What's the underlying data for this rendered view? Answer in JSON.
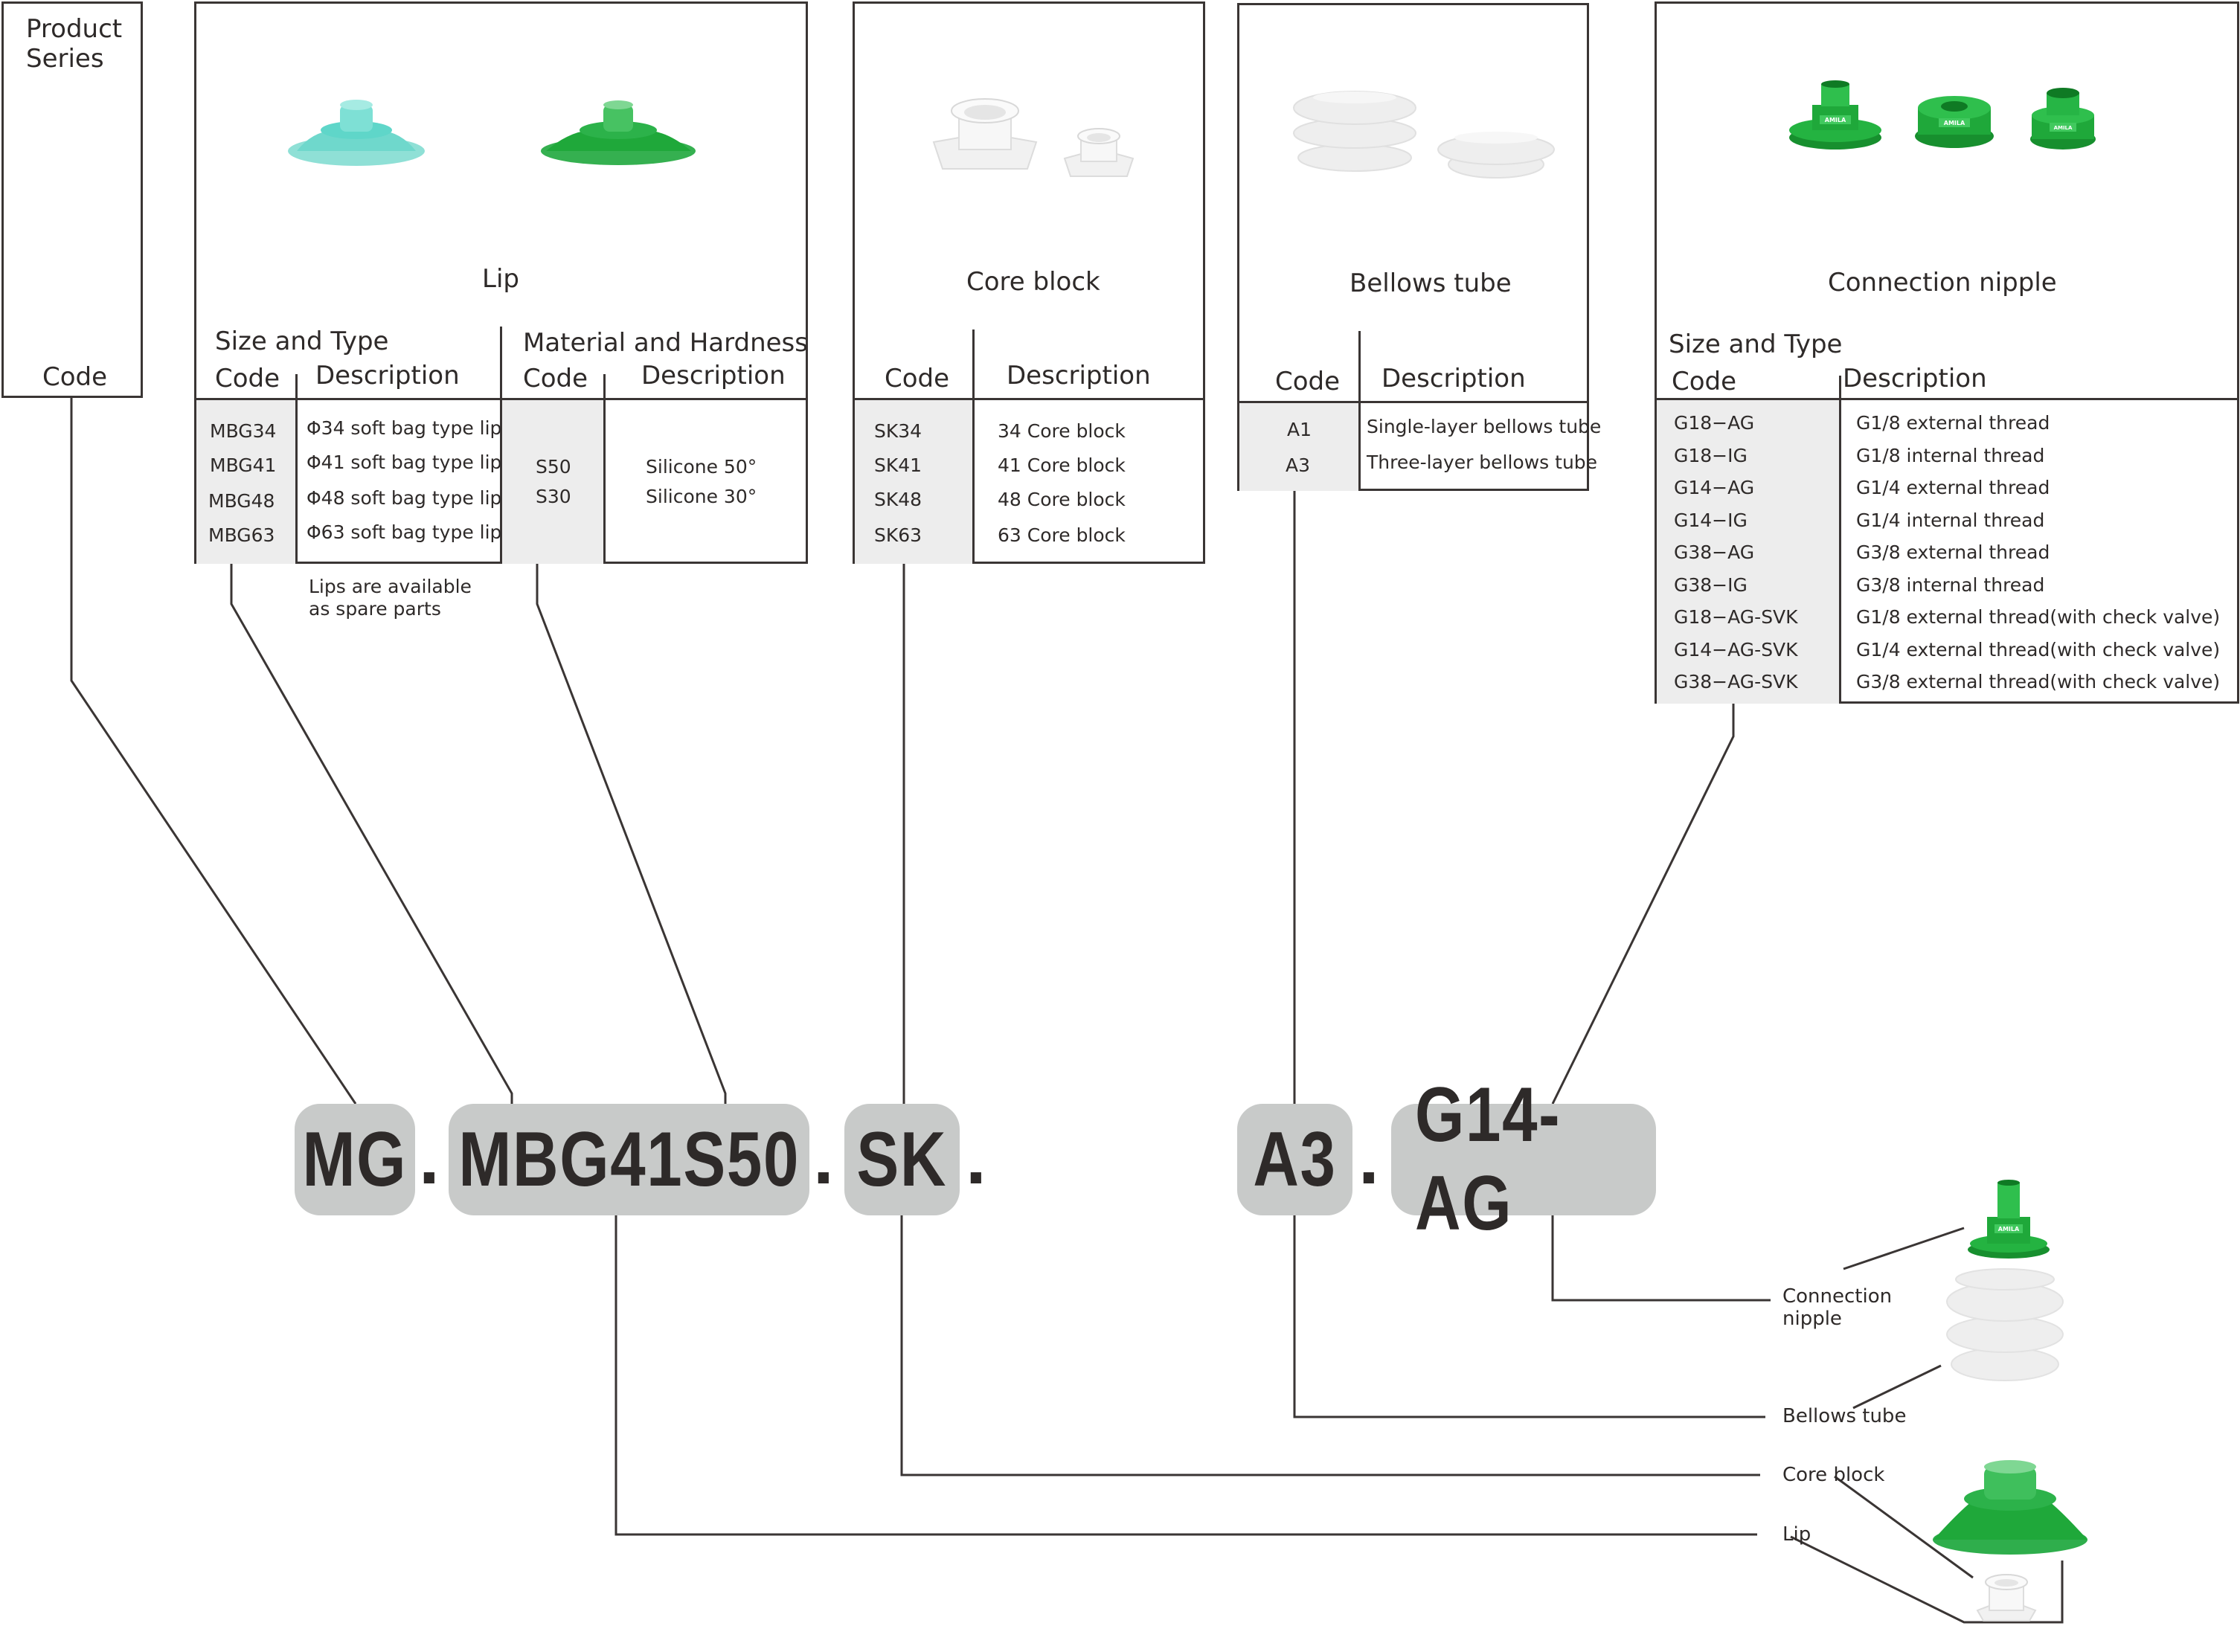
{
  "product_series": {
    "title_line1": "Product",
    "title_line2": "Series",
    "code_label": "Code"
  },
  "lip": {
    "title": "Lip",
    "size_type_heading": "Size and Type",
    "material_heading": "Material and Hardness",
    "code_header": "Code",
    "description_header": "Description",
    "material_code_header": "Code",
    "material_description_header": "Description",
    "rows": [
      {
        "code": "MBG34",
        "description": "Φ34 soft bag type lip"
      },
      {
        "code": "MBG41",
        "description": "Φ41 soft bag type lip"
      },
      {
        "code": "MBG48",
        "description": "Φ48 soft bag type lip"
      },
      {
        "code": "MBG63",
        "description": "Φ63 soft bag type lip"
      }
    ],
    "materials": [
      {
        "code": "S50",
        "description": "Silicone 50°"
      },
      {
        "code": "S30",
        "description": "Silicone 30°"
      }
    ],
    "note_line1": "Lips are available",
    "note_line2": "as spare parts",
    "image_colors": [
      "#5fd6c9",
      "#2ea84a"
    ]
  },
  "core_block": {
    "title": "Core block",
    "code_header": "Code",
    "description_header": "Description",
    "rows": [
      {
        "code": "SK34",
        "description": "34 Core block"
      },
      {
        "code": "SK41",
        "description": "41 Core block"
      },
      {
        "code": "SK48",
        "description": "48 Core block"
      },
      {
        "code": "SK63",
        "description": "63 Core block"
      }
    ]
  },
  "bellows_tube": {
    "title": "Bellows tube",
    "code_header": "Code",
    "description_header": "Description",
    "rows": [
      {
        "code": "A1",
        "description": "Single-layer bellows tube"
      },
      {
        "code": "A3",
        "description": "Three-layer bellows tube"
      }
    ]
  },
  "connection_nipple": {
    "title": "Connection nipple",
    "size_type_heading": "Size and Type",
    "code_header": "Code",
    "description_header": "Description",
    "brand_mark": "AMILA",
    "rows": [
      {
        "code": "G18−AG",
        "description": "G1/8 external thread"
      },
      {
        "code": "G18−IG",
        "description": "G1/8 internal thread"
      },
      {
        "code": "G14−AG",
        "description": "G1/4 external thread"
      },
      {
        "code": "G14−IG",
        "description": "G1/4 internal thread"
      },
      {
        "code": "G38−AG",
        "description": "G3/8 external thread"
      },
      {
        "code": "G38−IG",
        "description": "G3/8 internal thread"
      },
      {
        "code": "G18−AG-SVK",
        "description": "G1/8 external thread(with check valve)"
      },
      {
        "code": "G14−AG-SVK",
        "description": "G1/4 external thread(with check valve)"
      },
      {
        "code": "G38−AG-SVK",
        "description": "G3/8 external thread(with check valve)"
      }
    ]
  },
  "order_code": {
    "segments": [
      "MG",
      "MBG41S50",
      "SK",
      "A3",
      "G14-AG"
    ],
    "separator": ".",
    "box_color": "#c8cac9"
  },
  "assembly": {
    "labels": {
      "connection_nipple_line1": "Connection",
      "connection_nipple_line2": "nipple",
      "bellows_tube": "Bellows tube",
      "core_block": "Core block",
      "lip": "Lip"
    },
    "brand_mark": "AMILA"
  },
  "colors": {
    "line": "#3a3534",
    "shade": "#ededed",
    "green": "#1fa83a",
    "teal": "#5fd6c9"
  }
}
